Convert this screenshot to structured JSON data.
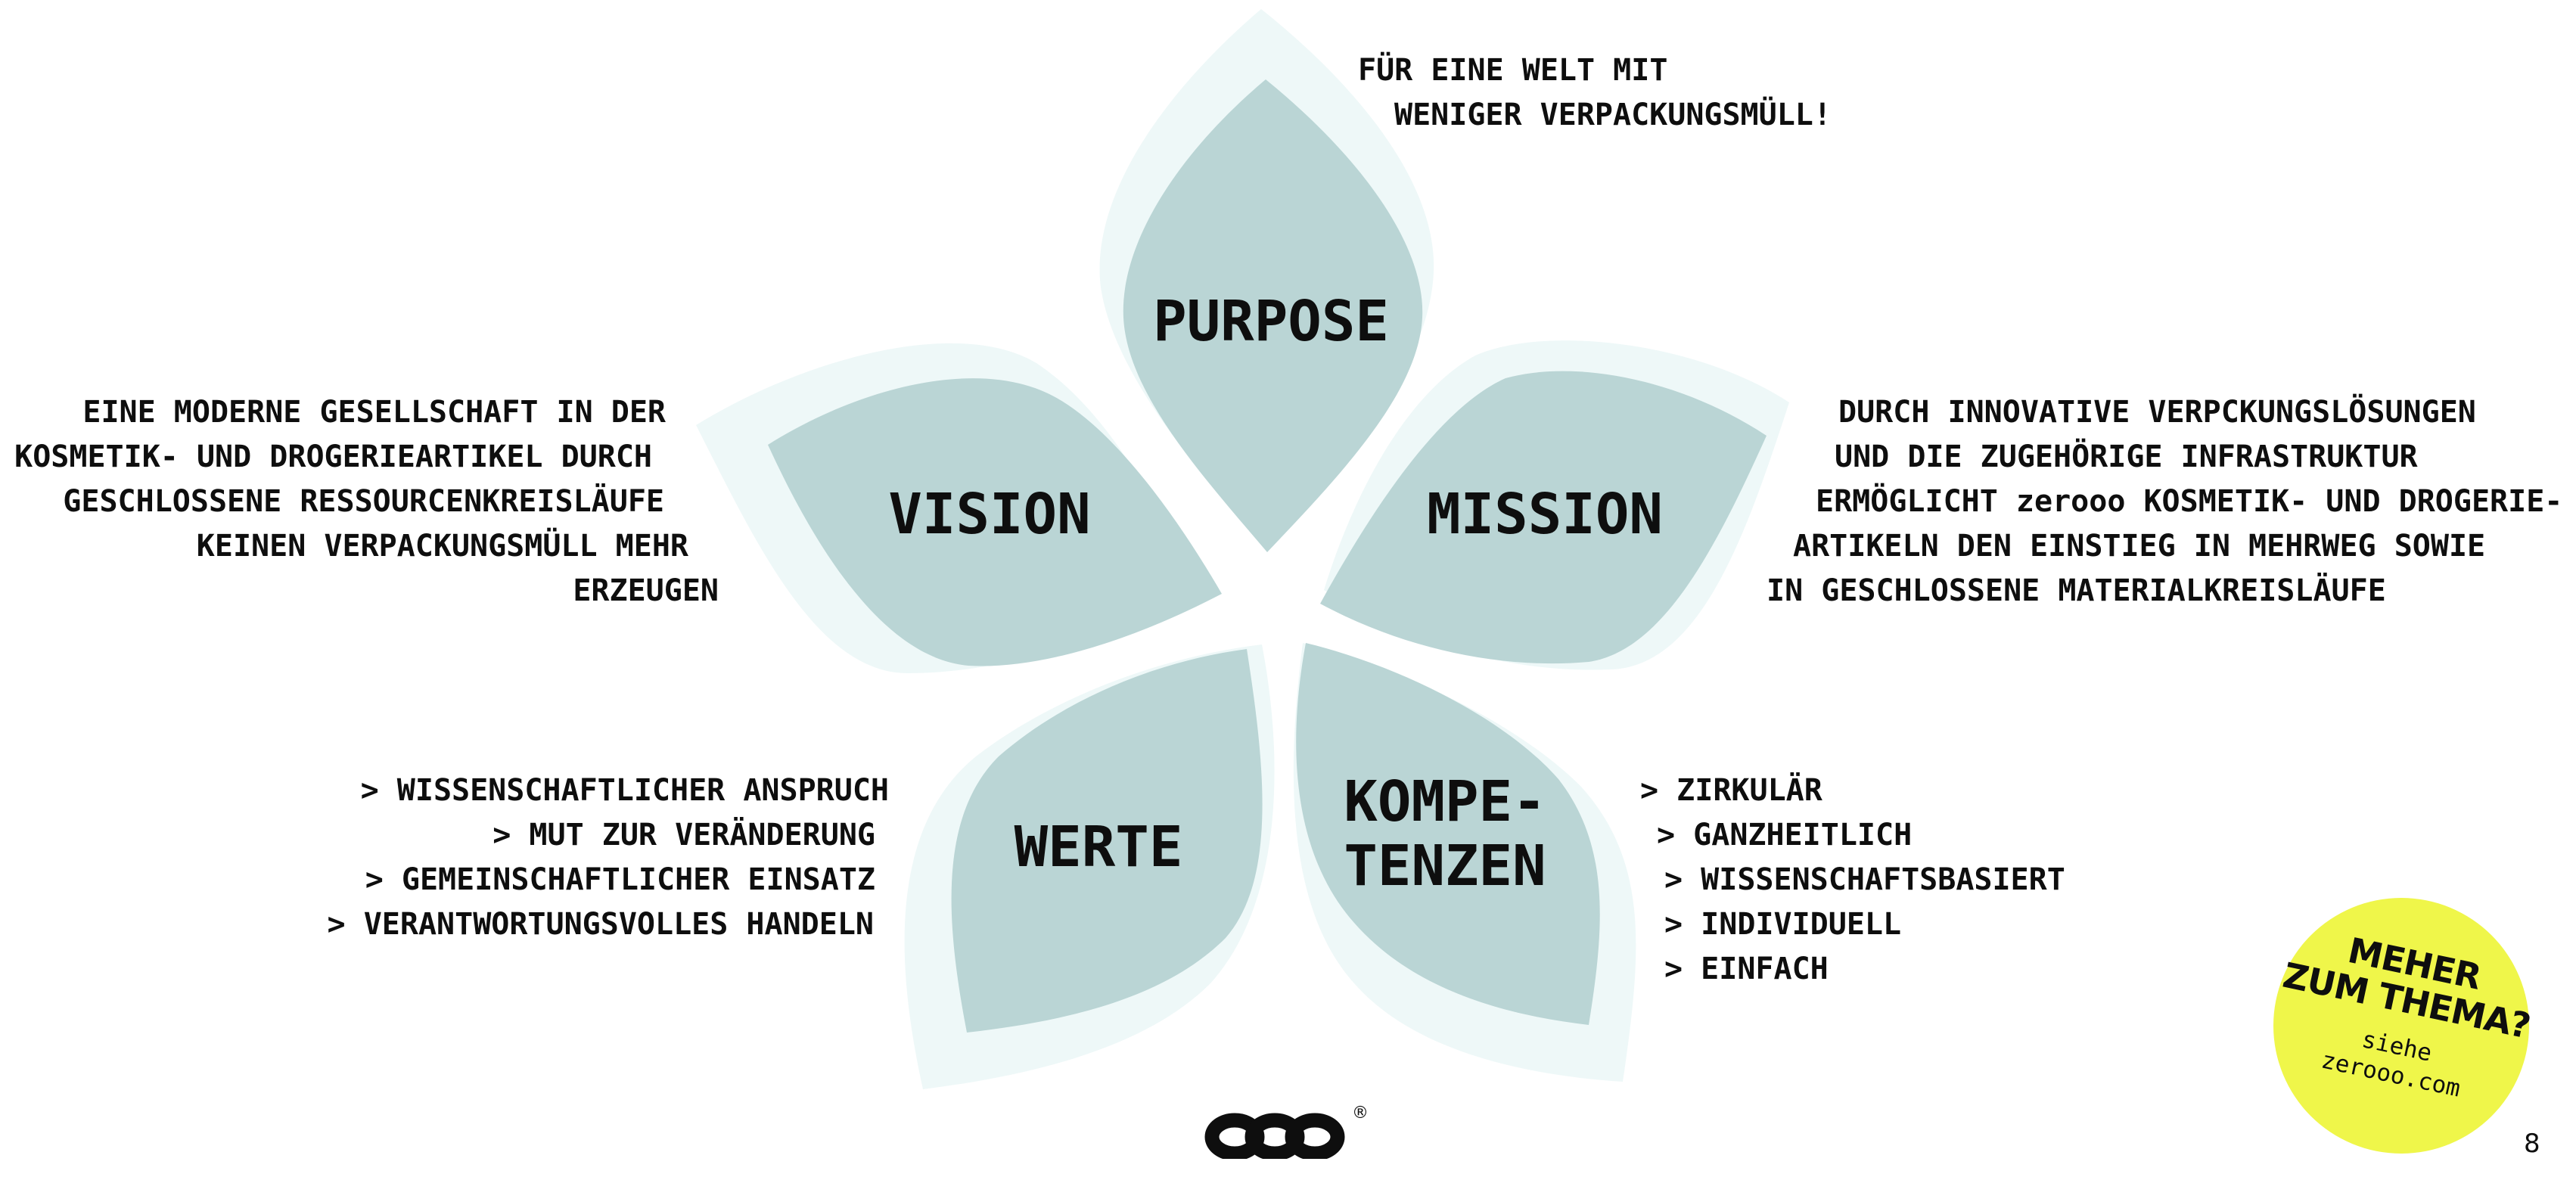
{
  "colors": {
    "petal_fill": "#bad5d5",
    "petal_shadow": "#eef8f8",
    "badge": "#eff64a",
    "text": "#0e0e0e"
  },
  "petals": {
    "purpose": "PURPOSE",
    "vision": "VISION",
    "mission": "MISSION",
    "werte": "WERTE",
    "kompetenzen": [
      "KOMPE-",
      "TENZEN"
    ]
  },
  "purpose_text": [
    "FÜR EINE WELT MIT",
    "WENIGER VERPACKUNGSMÜLL!"
  ],
  "vision_text": [
    "EINE MODERNE GESELLSCHAFT IN DER",
    "KOSMETIK- UND DROGERIEARTIKEL DURCH",
    "GESCHLOSSENE RESSOURCENKREISLÄUFE",
    "KEINEN VERPACKUNGSMÜLL MEHR",
    "ERZEUGEN"
  ],
  "mission_text": [
    "DURCH INNOVATIVE VERPCKUNGSLÖSUNGEN",
    "UND DIE ZUGEHÖRIGE INFRASTRUKTUR",
    "ERMÖGLICHT zerooo KOSMETIK- UND DROGERIE-",
    "ARTIKELN DEN EINSTIEG IN MEHRWEG SOWIE",
    "IN GESCHLOSSENE MATERIALKREISLÄUFE"
  ],
  "werte_items": [
    "> WISSENSCHAFTLICHER ANSPRUCH",
    "> MUT ZUR VERÄNDERUNG",
    "> GEMEINSCHAFTLICHER EINSATZ",
    "> VERANTWORTUNGSVOLLES HANDELN"
  ],
  "kompetenzen_items": [
    "> ZIRKULÄR",
    "> GANZHEITLICH",
    "> WISSENSCHAFTSBASIERT",
    "> INDIVIDUELL",
    "> EINFACH"
  ],
  "cta": {
    "title": [
      "MEHER",
      "ZUM THEMA?"
    ],
    "sub": [
      "siehe",
      "zerooo.com"
    ]
  },
  "logo": {
    "icon": "zerooo-infinity-logo",
    "mark": "®"
  },
  "page_number": "8"
}
